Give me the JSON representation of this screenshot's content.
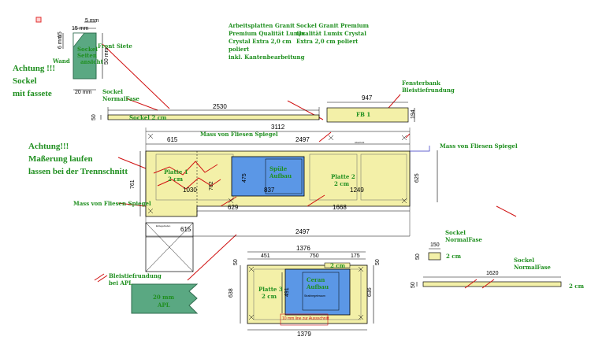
{
  "specs": {
    "left": [
      "Arbeitsplatten Granit",
      "Premium Qualität Lumix",
      "Crystal Extra 2,0 cm",
      "poliert",
      "inkl. Kantenbearbeitung"
    ],
    "right": [
      "Sockel Granit Premium",
      "Qualität Lumix Crystal",
      "Extra 2,0 cm poliert"
    ]
  },
  "warnings": {
    "sockel": [
      "Achtung !!!",
      "Sockel",
      "mit fassete"
    ],
    "maserung": [
      "Achtung!!!",
      "Maßerung laufen",
      "lassen bei der Trennschnitt"
    ]
  },
  "sockel_detail": {
    "wand": "Wand",
    "front": "Front Siete",
    "seiten": [
      "Sockel",
      "Seiten",
      "ansicht"
    ],
    "dim_top": "5 mm",
    "dim_15": "15 mm",
    "dim_15v": "15",
    "dim_50": "50 mm",
    "dim_20": "20 mm",
    "dim_6": "6 mm"
  },
  "sockel_main": {
    "label": [
      "Sockel",
      "NormalFase"
    ],
    "strip": "Sockel        2 cm",
    "length": "2530",
    "height": "50"
  },
  "fensterbank": {
    "label": [
      "Fensterbank",
      "Bleistiefrundung"
    ],
    "name": "FB 1",
    "length": "947",
    "height": "194"
  },
  "main_top": {
    "total": "3112",
    "left": "615",
    "right": "2497",
    "spiegel_top": "Mass von Fliesen Spiegel",
    "spiegel_right": "Mass von Fliesen Spiegel",
    "spiegel_left": "Mass von Fliesen Spiegel",
    "depth_left": "761",
    "depth_right": "625",
    "platte1": [
      "Platte 1",
      "2 cm"
    ],
    "platte2": [
      "Platte 2",
      "2 cm"
    ],
    "spuele": [
      "Spüle",
      "Aufbau"
    ],
    "d1030": "1030",
    "d762": "762",
    "d475": "475",
    "d837": "837",
    "d1249": "1249",
    "d629": "629",
    "d1668": "1668",
    "d615b": "615",
    "bottom": "2497",
    "tiny1": "Einlegeboden",
    "tiny2": "Abschnitt"
  },
  "small_sockel": {
    "label": [
      "Sockel",
      "NormalFase"
    ],
    "length": "150",
    "height": "50",
    "thick": "2 cm"
  },
  "long_sockel": {
    "label": [
      "Sockel",
      "NormalFase"
    ],
    "length": "1620",
    "height": "50",
    "thick": "2 cm"
  },
  "apl": {
    "label": [
      "Bleistiefrundung",
      "bei APL"
    ],
    "sample": [
      "20 mm",
      "APL"
    ]
  },
  "platte3": {
    "total": "1376",
    "d451": "451",
    "d750": "750",
    "d175": "175",
    "d50": "50",
    "d50b": "50",
    "cut": "2 cm",
    "depth_left": "638",
    "depth_right": "636",
    "d491": "491",
    "name": [
      "Platte 3",
      "2 cm"
    ],
    "ceran": [
      "Ceran",
      "Aufbau"
    ],
    "ceran_small": "Strahlregeleraum",
    "note": "10 mm line zur Aussschnitt",
    "bottom": "1379"
  }
}
